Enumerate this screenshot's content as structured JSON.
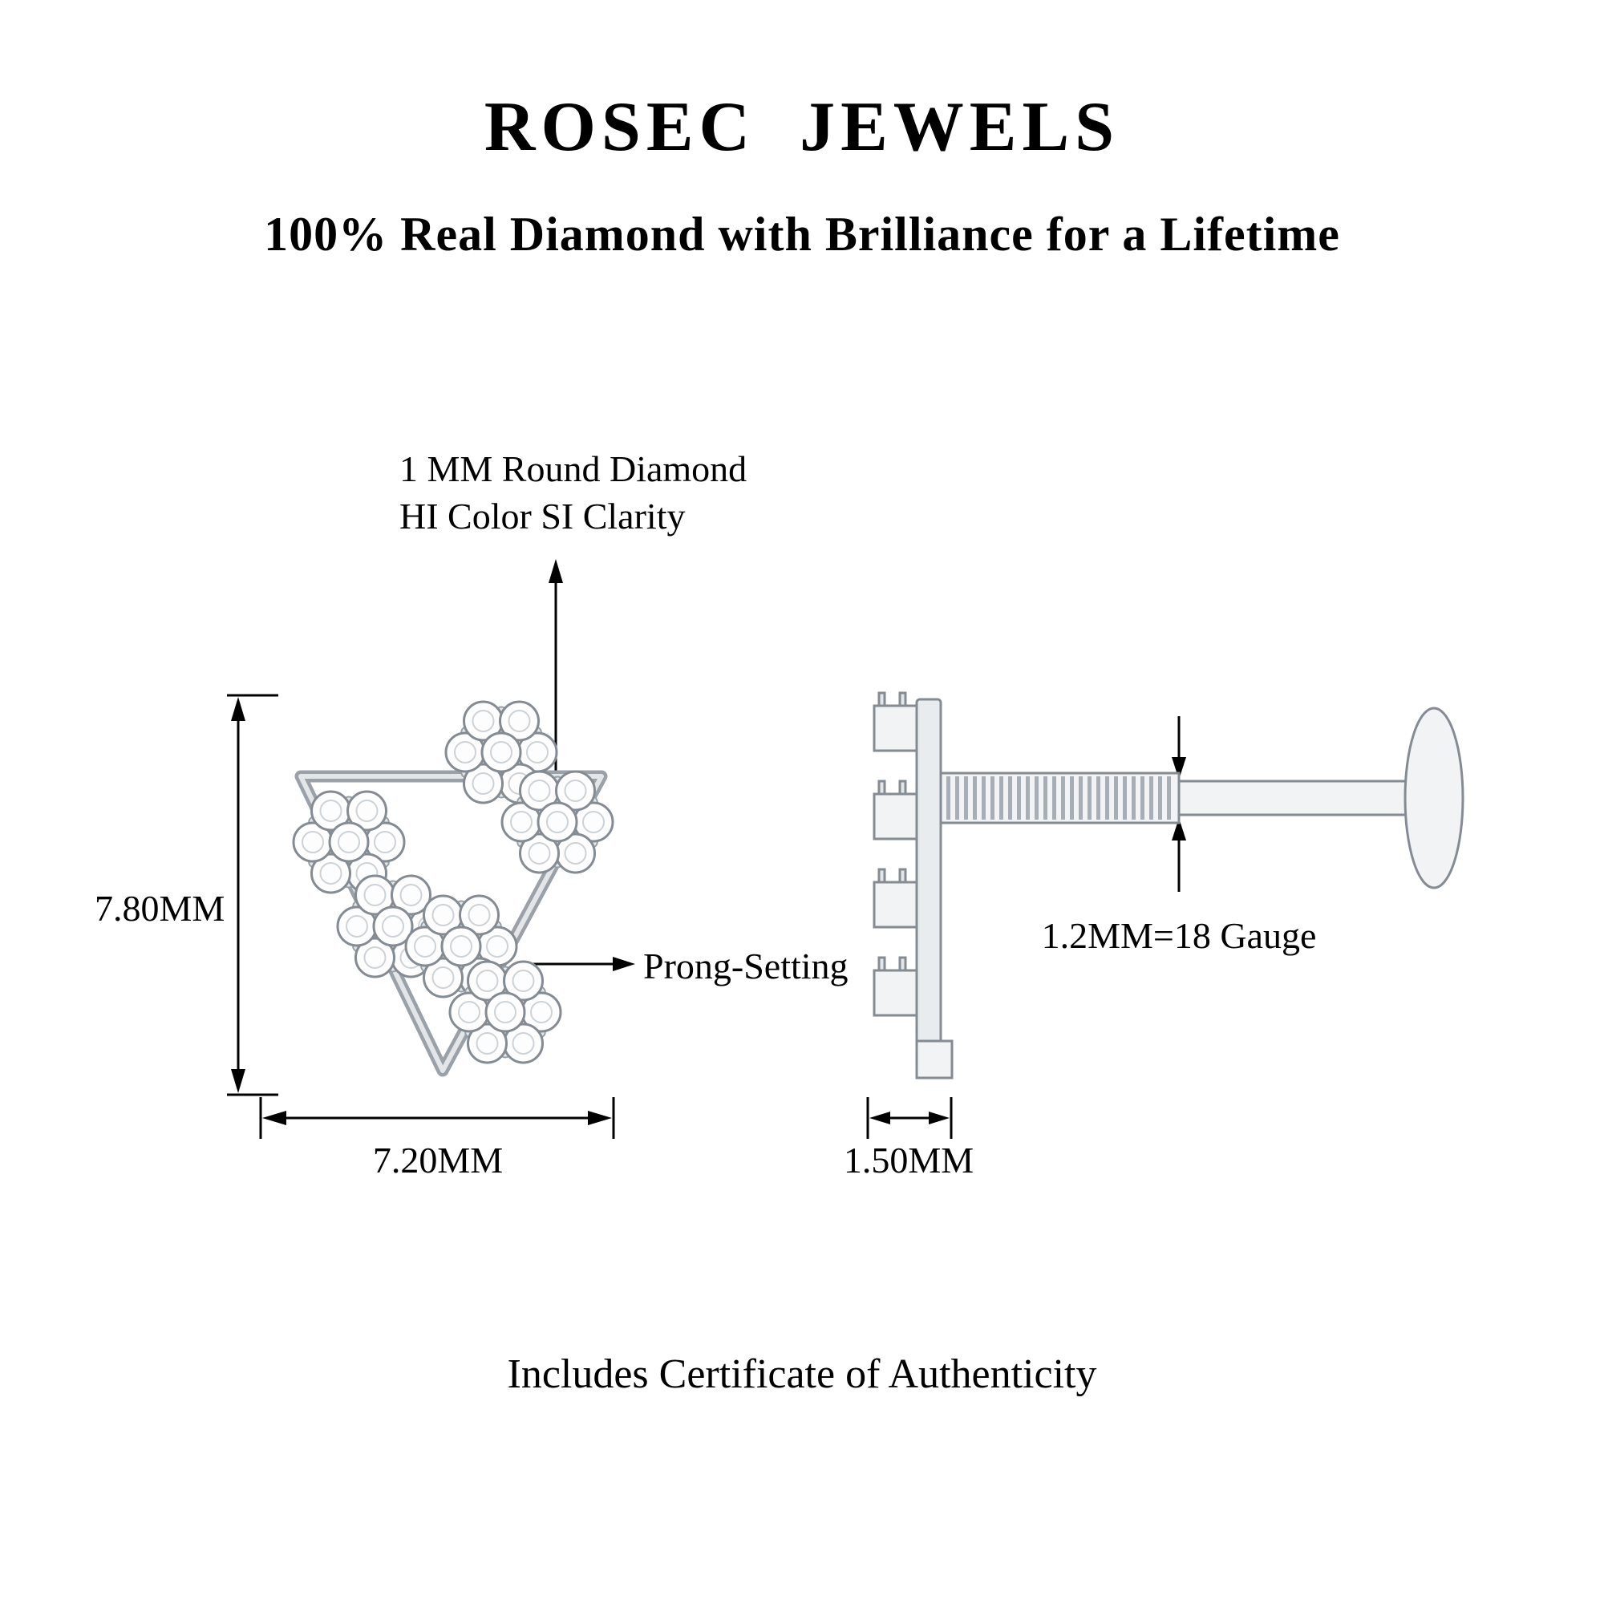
{
  "page": {
    "background_color": "#ffffff",
    "title": "ROSEC JEWELS",
    "subtitle": "100% Real Diamond with Brilliance for a Lifetime",
    "footer": "Includes Certificate of Authenticity"
  },
  "annotations": {
    "diamond_spec": {
      "line1": "1 MM Round Diamond",
      "line2": "HI Color SI Clarity"
    },
    "prong_setting": "Prong-Setting",
    "gauge": "1.2MM=18 Gauge"
  },
  "dimensions": {
    "front_height": "7.80MM",
    "front_width": "7.20MM",
    "side_depth": "1.50MM"
  },
  "graphics": {
    "front_view": "triangle-flower-cluster-stud-front-view",
    "side_view": "threaded-screw-back-stud-side-view",
    "metal_line_color": "#848b92",
    "metal_fill_color": "#f1f3f5",
    "annotation_line_color": "#000000"
  }
}
